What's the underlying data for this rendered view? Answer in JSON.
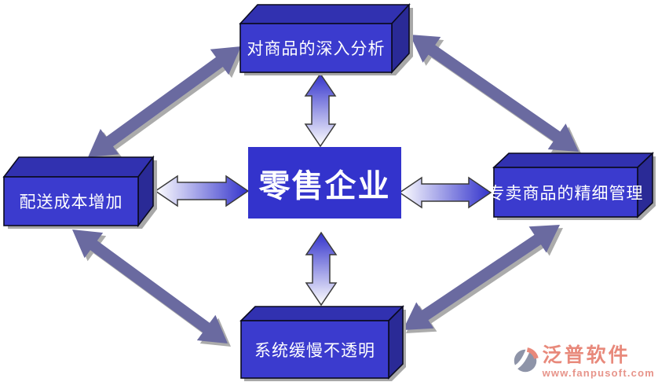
{
  "diagram": {
    "center_node": {
      "label": "零售企业"
    },
    "nodes": [
      {
        "id": "top",
        "label": "对商品的深入分析"
      },
      {
        "id": "left",
        "label": "配送成本增加"
      },
      {
        "id": "right",
        "label": "专卖商品的精细管理"
      },
      {
        "id": "bottom",
        "label": "系统缓慢不透明"
      }
    ],
    "connections": [
      {
        "from": "center",
        "to": "top",
        "type": "gradient-double-arrow"
      },
      {
        "from": "center",
        "to": "bottom",
        "type": "gradient-double-arrow"
      },
      {
        "from": "center",
        "to": "left",
        "type": "gradient-double-arrow"
      },
      {
        "from": "center",
        "to": "right",
        "type": "gradient-double-arrow"
      },
      {
        "from": "left",
        "to": "top",
        "type": "solid-double-arrow"
      },
      {
        "from": "top",
        "to": "right",
        "type": "solid-double-arrow"
      },
      {
        "from": "right",
        "to": "bottom",
        "type": "solid-double-arrow"
      },
      {
        "from": "bottom",
        "to": "left",
        "type": "solid-double-arrow"
      }
    ],
    "colors": {
      "box_front": "#3B3BCE",
      "box_top": "#3131B0",
      "box_side": "#2A2A96",
      "center_box": "#3333CC",
      "label_text": "#FFFFFF",
      "gradient_arrow_start": "#3333CC",
      "gradient_arrow_end": "#FFFFFF",
      "diagonal_arrow": "#6A6AA0",
      "shadow": "#9C9C9C",
      "watermark_text": "#E8897B"
    }
  },
  "watermark": {
    "brand": "泛普软件",
    "url": "www.fanpusoft.com"
  }
}
